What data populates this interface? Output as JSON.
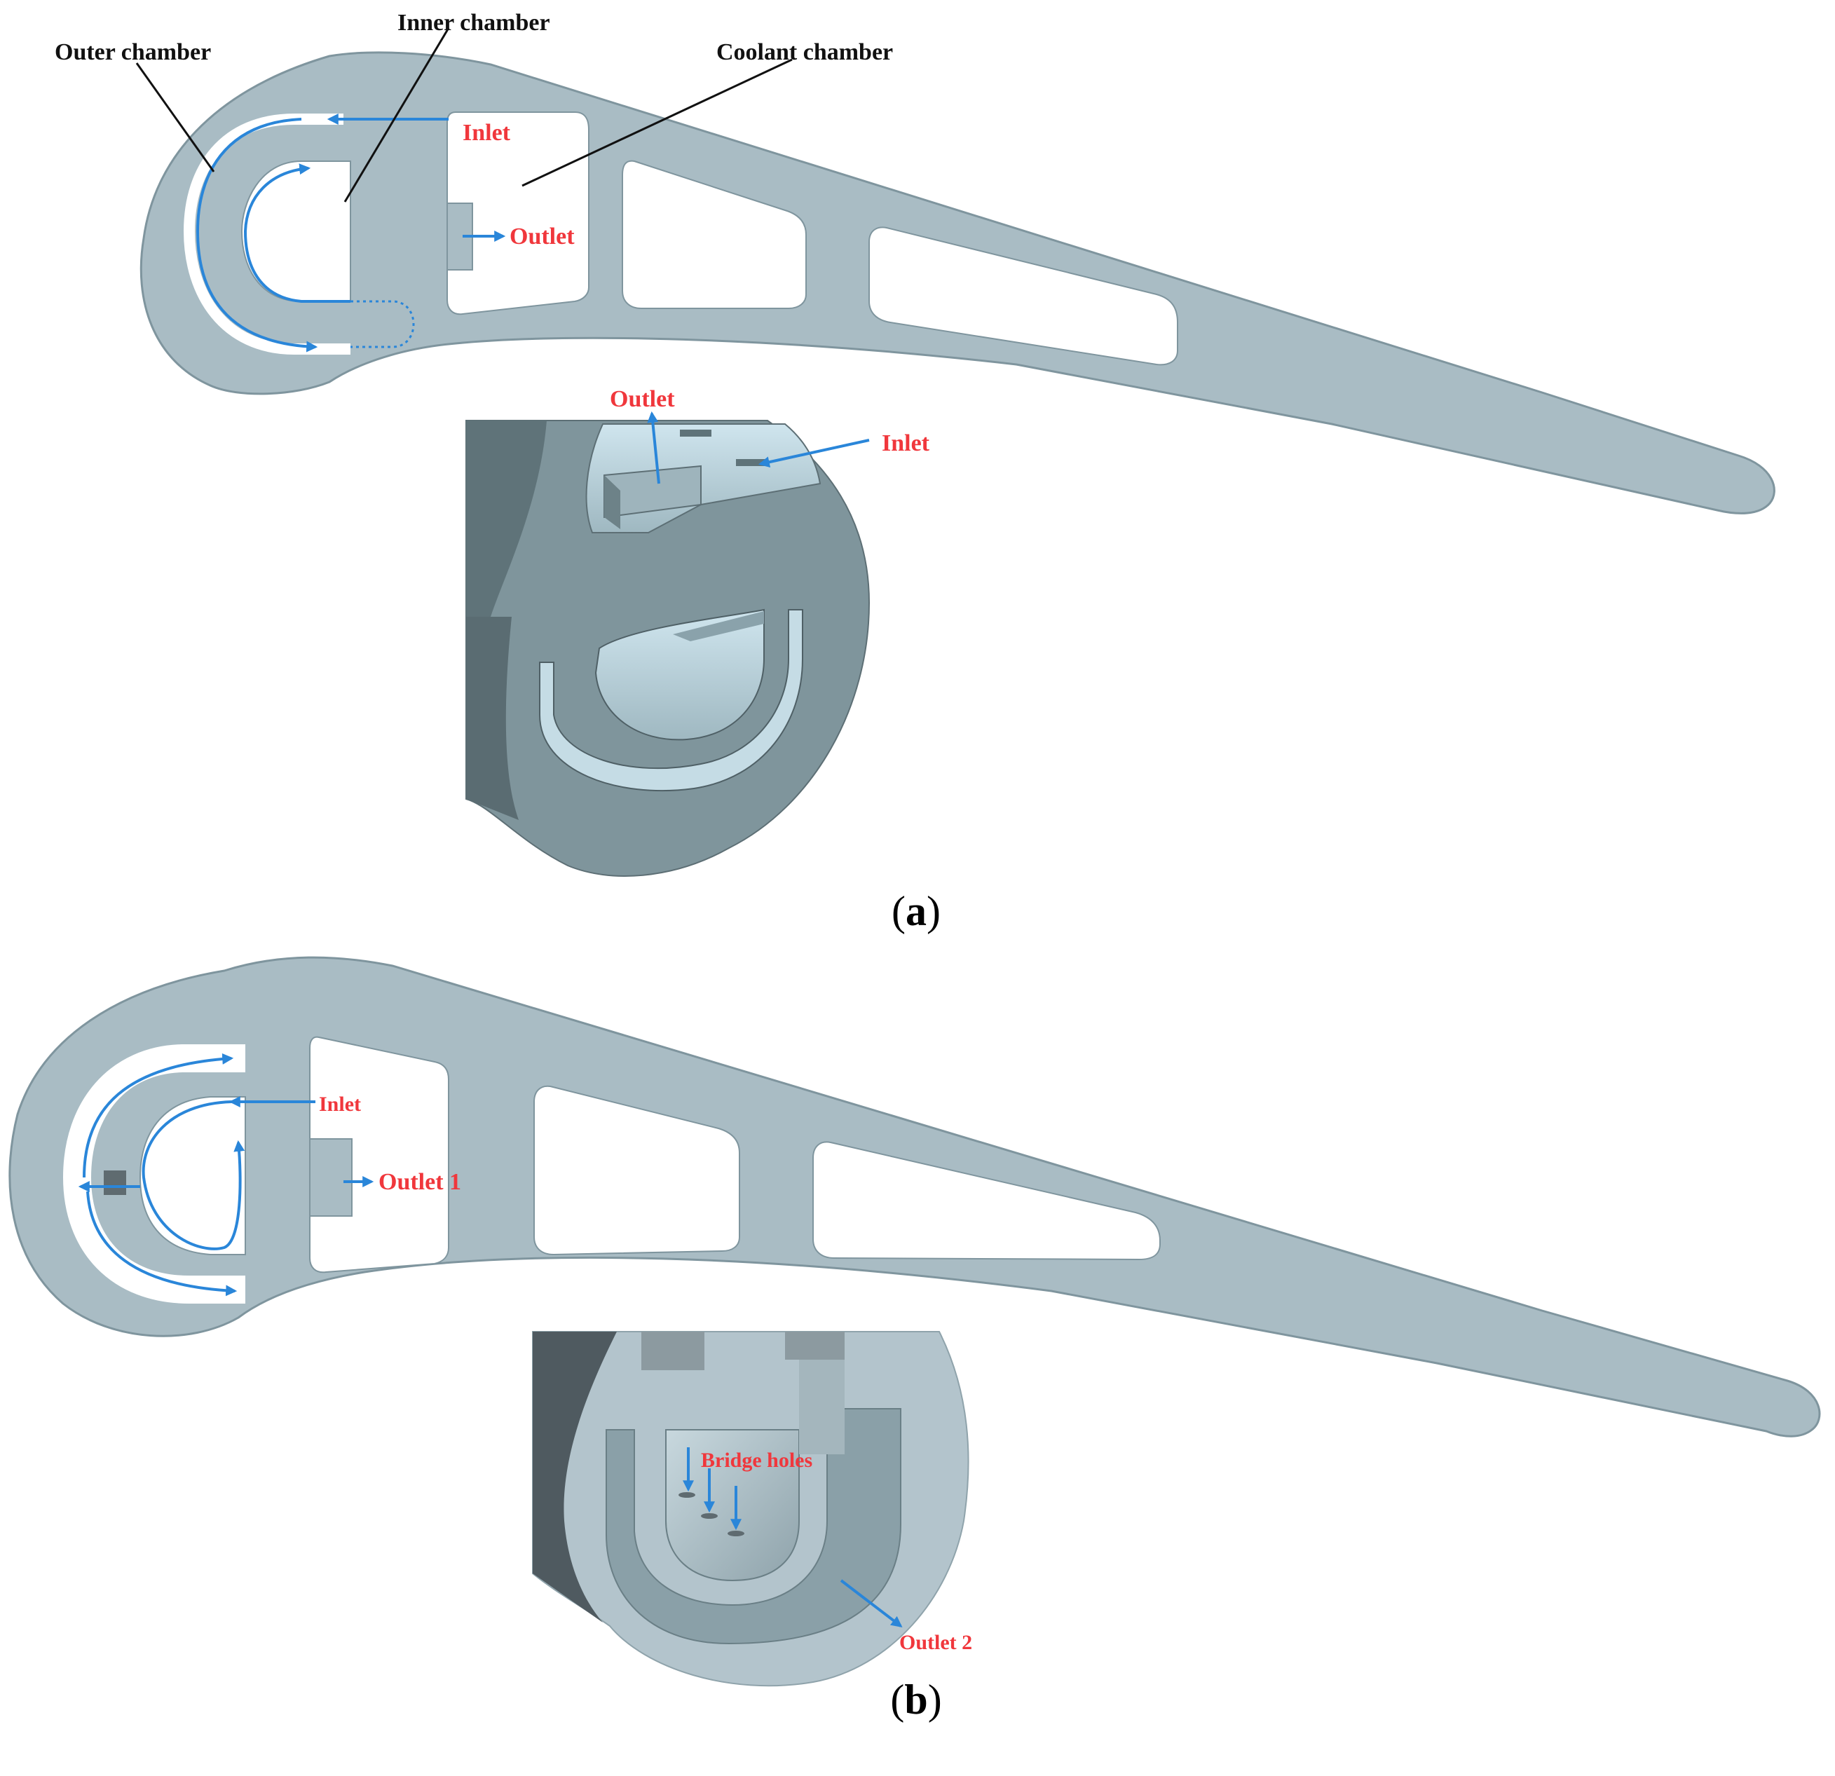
{
  "colors": {
    "blade": "#a9bcc4",
    "blade_stroke": "#7f959e",
    "arrow": "#2a86d9",
    "label_red": "#f0373c",
    "label_black": "#111111",
    "model_dark": "#6e848b",
    "model_mid": "#7f959c",
    "model_light": "#bcd6e0",
    "model_b_face": "#b3c4cc",
    "model_b_shadow": "#4f5a60"
  },
  "panel_a": {
    "caption_open": "(",
    "caption_letter": "a",
    "caption_close": ")",
    "labels": {
      "outer_chamber": "Outer chamber",
      "inner_chamber": "Inner chamber",
      "coolant_chamber": "Coolant chamber",
      "inlet": "Inlet",
      "outlet": "Outlet",
      "detail_outlet": "Outlet",
      "detail_inlet": "Inlet"
    }
  },
  "panel_b": {
    "caption_open": "(",
    "caption_letter": "b",
    "caption_close": ")",
    "labels": {
      "inlet": "Inlet",
      "outlet_1": "Outlet 1",
      "bridge_holes": "Bridge holes",
      "outlet_2": "Outlet 2"
    }
  }
}
